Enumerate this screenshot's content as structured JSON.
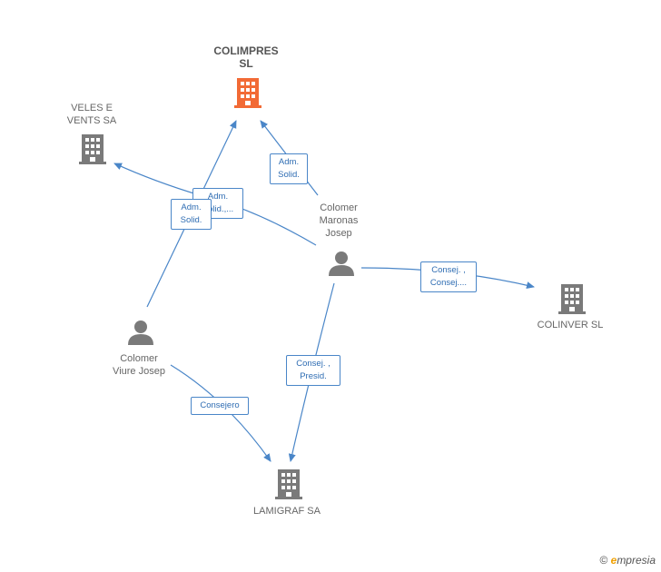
{
  "colors": {
    "edge": "#4a86c8",
    "building": "#7a7a7a",
    "building_main": "#f26a35",
    "person": "#7a7a7a"
  },
  "nodes": {
    "colimpres": {
      "label_line1": "COLIMPRES",
      "label_line2": "SL"
    },
    "veles": {
      "label_line1": "VELES E",
      "label_line2": "VENTS SA"
    },
    "colinver": {
      "label": "COLINVER  SL"
    },
    "lamigraf": {
      "label": "LAMIGRAF SA"
    },
    "maronas": {
      "label_line1": "Colomer",
      "label_line2": "Maronas",
      "label_line3": "Josep"
    },
    "viure": {
      "label_line1": "Colomer",
      "label_line2": "Viure Josep"
    }
  },
  "edges": {
    "maronas_colimpres": {
      "line1": "Adm.",
      "line2": "Solid."
    },
    "maronas_veles": {
      "line1": "Adm.",
      "line2": "Solid.,..."
    },
    "viure_colimpres": {
      "line1": "Adm.",
      "line2": "Solid."
    },
    "maronas_colinver": {
      "line1": "Consej. ,",
      "line2": "Consej...."
    },
    "maronas_lamigraf": {
      "line1": "Consej. ,",
      "line2": "Presid."
    },
    "viure_lamigraf": {
      "line1": "Consejero"
    }
  },
  "logo": {
    "copyright": "©",
    "brand_initial": "e",
    "brand_rest": "mpresia"
  }
}
